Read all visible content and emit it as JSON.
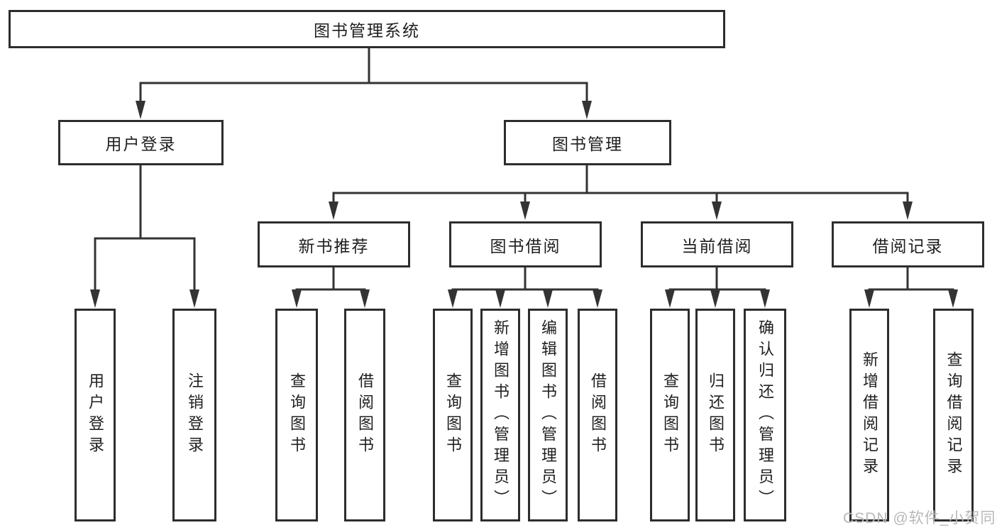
{
  "colors": {
    "line": "#333333",
    "box_border": "#2d2d2d",
    "box_fill": "#ffffff",
    "text": "#1f1f1f",
    "watermark": "#b8b8b8",
    "background": "#ffffff"
  },
  "nodes": {
    "root": "图书管理系统",
    "user_login": "用户登录",
    "book_mgmt": "图书管理",
    "new_book_rec": "新书推荐",
    "book_borrow": "图书借阅",
    "current_borrow": "当前借阅",
    "borrow_records": "借阅记录",
    "leaf_user_login": "用户登录",
    "leaf_logout": "注销登录",
    "rec_query": "查询图书",
    "rec_borrow": "借阅图书",
    "bb_query": "查询图书",
    "bb_add": "新增图书（管理员）",
    "bb_edit": "编辑图书（管理员）",
    "bb_borrow": "借阅图书",
    "cb_query": "查询图书",
    "cb_return": "归还图书",
    "cb_confirm": "确认归还（管理员）",
    "br_add": "新增借阅记录",
    "br_query": "查询借阅记录"
  },
  "watermark": "CSDN @软件_小贺同学"
}
